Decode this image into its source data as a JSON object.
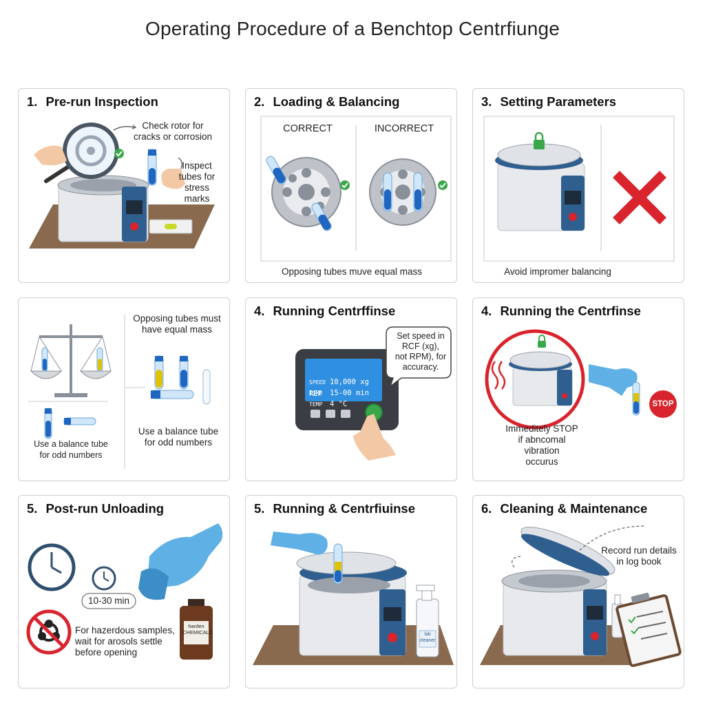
{
  "title": "Operating Procedure of a Benchtop Centrfiunge",
  "panels": [
    {
      "num": "1.",
      "heading": "Pre-run Inspection",
      "labels": {
        "rotor": "Check rotor for\ncracks or corrosion",
        "tubes": "Inspect\ntubes for stress\nmarks"
      }
    },
    {
      "num": "2.",
      "heading": "Loading & Balancing",
      "labels": {
        "correct": "CORRECT",
        "incorrect": "INCORRECT",
        "caption": "Opposing tubes muve equal mass"
      }
    },
    {
      "num": "3.",
      "heading": "Setting Parameters",
      "labels": {
        "caption": "Avoid impromer balancing"
      }
    },
    {
      "labels": {
        "equal": "Opposing tubes must\nhave equal mass",
        "balance_left": "Use a balance tube\nfor odd numbers",
        "balance_right": "Use a balance tube\nfor odd numbers"
      }
    },
    {
      "num": "4.",
      "heading": "Running Centrffinse",
      "labels": {
        "bubble": "Set speed in\nRCF (xg),\nnot RPM), for\naccuracy."
      },
      "screen": [
        {
          "key": "SPEED",
          "value": "10,000 xg REP"
        },
        {
          "key": "TIME",
          "value": "15-00 min"
        },
        {
          "key": "TEMP",
          "value": "4 °C"
        }
      ]
    },
    {
      "num": "4.",
      "heading": "Running the Centrfinse",
      "labels": {
        "stop_note": "Immeditely STOP\nif abncomal\nvibration\noccurus",
        "stop_sign": "STOP"
      }
    },
    {
      "num": "5.",
      "heading": "Post-run Unloading",
      "labels": {
        "timer": "10-30 min",
        "hazard": "For hazerdous samples,\nwait for arosols settle\nbefore opening",
        "bottle": "harden\nCHEMICALS"
      }
    },
    {
      "num": "5.",
      "heading": "Running & Centrfiuinse",
      "labels": {
        "spray": "lab\ncleaner"
      }
    },
    {
      "num": "6.",
      "heading": "Cleaning & Maintenance",
      "labels": {
        "log": "Record run details\nin log book"
      }
    }
  ],
  "colors": {
    "accent_blue": "#2f5f8f",
    "tube_blue": "#1f66c1",
    "glove": "#5fb0e5",
    "stop_red": "#d9232d",
    "check_green": "#3aa84a",
    "bench": "#8a6a4f"
  }
}
